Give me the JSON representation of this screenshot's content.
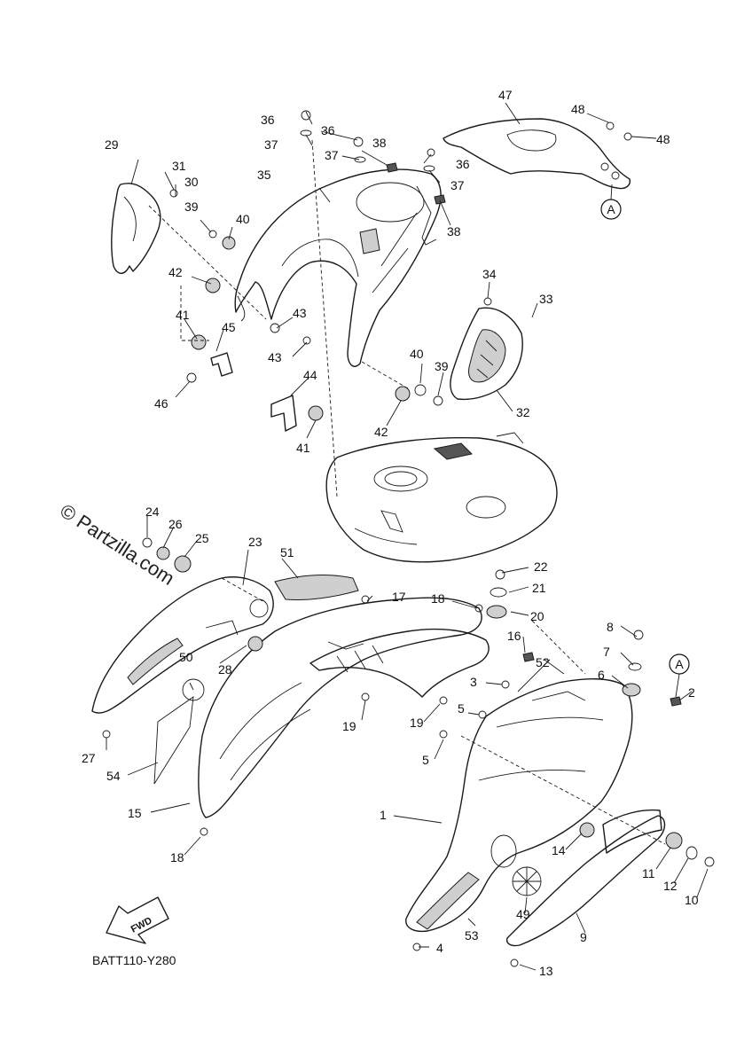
{
  "watermark": "© Partzilla.com",
  "diagram_code": "BATT110-Y280",
  "forward_label": "FWD",
  "reference_marker": "A",
  "callouts": [
    {
      "id": "c1",
      "label": "1"
    },
    {
      "id": "c2",
      "label": "2"
    },
    {
      "id": "c3",
      "label": "3"
    },
    {
      "id": "c4",
      "label": "4"
    },
    {
      "id": "c5a",
      "label": "5"
    },
    {
      "id": "c5b",
      "label": "5"
    },
    {
      "id": "c6",
      "label": "6"
    },
    {
      "id": "c7",
      "label": "7"
    },
    {
      "id": "c8",
      "label": "8"
    },
    {
      "id": "c9",
      "label": "9"
    },
    {
      "id": "c10",
      "label": "10"
    },
    {
      "id": "c11",
      "label": "11"
    },
    {
      "id": "c12",
      "label": "12"
    },
    {
      "id": "c13",
      "label": "13"
    },
    {
      "id": "c14",
      "label": "14"
    },
    {
      "id": "c15",
      "label": "15"
    },
    {
      "id": "c16",
      "label": "16"
    },
    {
      "id": "c17",
      "label": "17"
    },
    {
      "id": "c18a",
      "label": "18"
    },
    {
      "id": "c18b",
      "label": "18"
    },
    {
      "id": "c19a",
      "label": "19"
    },
    {
      "id": "c19b",
      "label": "19"
    },
    {
      "id": "c20",
      "label": "20"
    },
    {
      "id": "c21",
      "label": "21"
    },
    {
      "id": "c22",
      "label": "22"
    },
    {
      "id": "c23",
      "label": "23"
    },
    {
      "id": "c24",
      "label": "24"
    },
    {
      "id": "c25",
      "label": "25"
    },
    {
      "id": "c26",
      "label": "26"
    },
    {
      "id": "c27",
      "label": "27"
    },
    {
      "id": "c28",
      "label": "28"
    },
    {
      "id": "c29",
      "label": "29"
    },
    {
      "id": "c30",
      "label": "30"
    },
    {
      "id": "c31",
      "label": "31"
    },
    {
      "id": "c32",
      "label": "32"
    },
    {
      "id": "c33",
      "label": "33"
    },
    {
      "id": "c34",
      "label": "34"
    },
    {
      "id": "c35",
      "label": "35"
    },
    {
      "id": "c36a",
      "label": "36"
    },
    {
      "id": "c36b",
      "label": "36"
    },
    {
      "id": "c36c",
      "label": "36"
    },
    {
      "id": "c37a",
      "label": "37"
    },
    {
      "id": "c37b",
      "label": "37"
    },
    {
      "id": "c37c",
      "label": "37"
    },
    {
      "id": "c38a",
      "label": "38"
    },
    {
      "id": "c38b",
      "label": "38"
    },
    {
      "id": "c39a",
      "label": "39"
    },
    {
      "id": "c39b",
      "label": "39"
    },
    {
      "id": "c40a",
      "label": "40"
    },
    {
      "id": "c40b",
      "label": "40"
    },
    {
      "id": "c41a",
      "label": "41"
    },
    {
      "id": "c41b",
      "label": "41"
    },
    {
      "id": "c42a",
      "label": "42"
    },
    {
      "id": "c42b",
      "label": "42"
    },
    {
      "id": "c43a",
      "label": "43"
    },
    {
      "id": "c43b",
      "label": "43"
    },
    {
      "id": "c44",
      "label": "44"
    },
    {
      "id": "c45",
      "label": "45"
    },
    {
      "id": "c46",
      "label": "46"
    },
    {
      "id": "c47",
      "label": "47"
    },
    {
      "id": "c48a",
      "label": "48"
    },
    {
      "id": "c48b",
      "label": "48"
    },
    {
      "id": "c49",
      "label": "49"
    },
    {
      "id": "c50",
      "label": "50"
    },
    {
      "id": "c51",
      "label": "51"
    },
    {
      "id": "c52",
      "label": "52"
    },
    {
      "id": "c53",
      "label": "53"
    },
    {
      "id": "c54",
      "label": "54"
    }
  ]
}
